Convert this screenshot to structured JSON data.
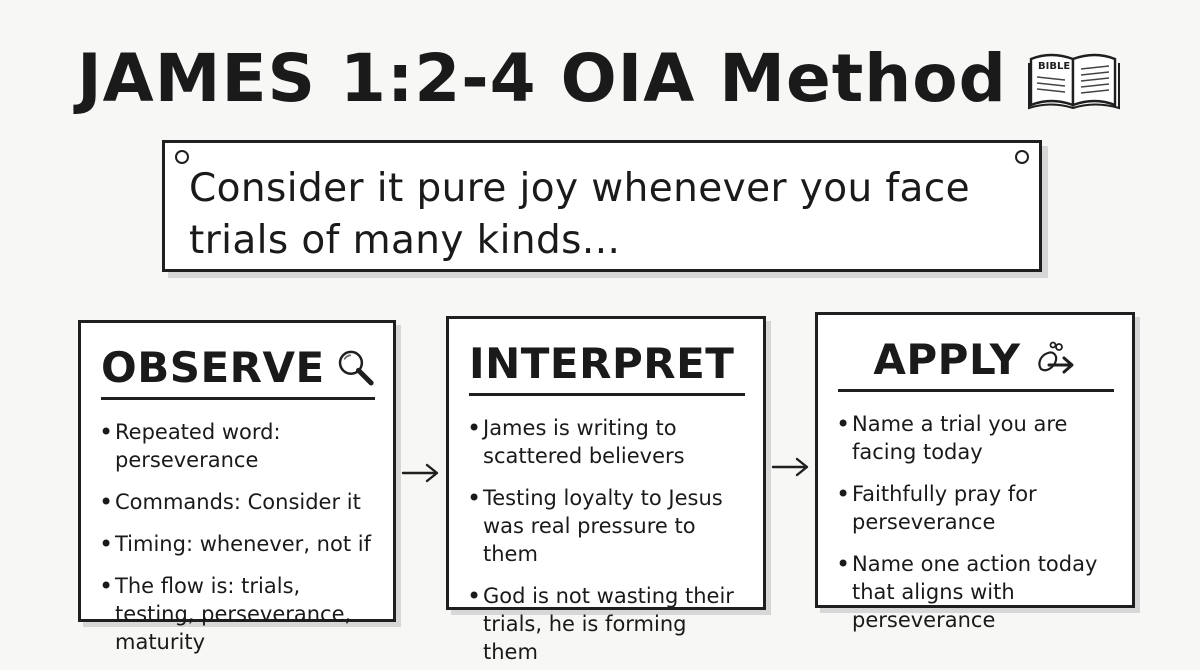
{
  "header": {
    "title": "JAMES 1:2-4  OIA Method",
    "icon_label": "BIBLE",
    "icon": "open-bible-icon"
  },
  "verse": {
    "text": "Consider it pure joy whenever you face trials of many kinds..."
  },
  "panels": [
    {
      "title": "OBSERVE",
      "icon": "magnifying-glass-icon",
      "bullets": [
        "Repeated word: perseverance",
        "Commands: Consider it",
        "Timing: whenever, not if",
        "The flow is: trials, testing, perseverance, maturity"
      ]
    },
    {
      "title": "INTERPRET",
      "icon": "lightbulb-icon",
      "bullets": [
        "James is writing to scattered believers",
        "Testing loyalty to Jesus was real pressure to them",
        "God is not wasting their trials, he is forming them"
      ]
    },
    {
      "title": "APPLY",
      "icon": "footprint-arrow-icon",
      "bullets": [
        "Name a trial you are facing today",
        "Faithfully pray for perseverance",
        "Name one action today that aligns with perseverance"
      ]
    }
  ],
  "colors": {
    "ink": "#1a1a1a",
    "paper": "#ffffff",
    "background": "#f7f7f5",
    "shadow": "#d7d7d7"
  }
}
